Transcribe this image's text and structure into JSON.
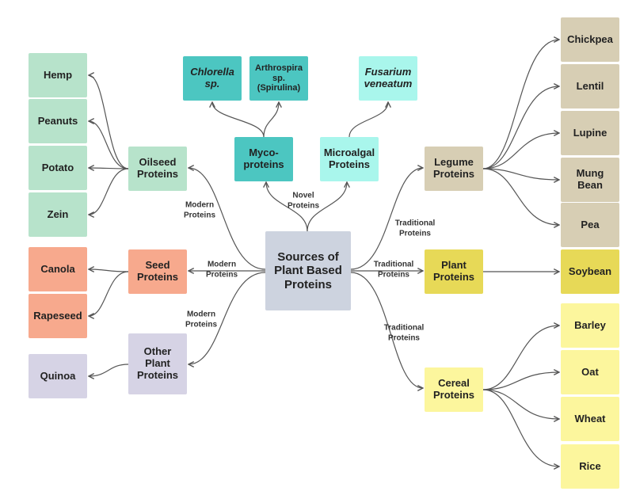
{
  "colors": {
    "center": "#cdd3df",
    "mint": "#b7e3cb",
    "salmon": "#f7a98d",
    "lavender": "#d6d3e5",
    "teal": "#4cc6c1",
    "aqua": "#a9f6ec",
    "tan": "#d7ceb4",
    "mustard": "#e7d957",
    "lightyellow": "#fcf69d",
    "arrow": "#555555"
  },
  "nodes": {
    "center": "Sources of\nPlant Based\nProteins",
    "oilseed": "Oilseed\nProteins",
    "seed": "Seed\nProteins",
    "other": "Other\nPlant\nProteins",
    "myco": "Myco-\nproteins",
    "microalgal": "Microalgal\nProteins",
    "legume": "Legume\nProteins",
    "plant": "Plant\nProteins",
    "cereal": "Cereal\nProteins",
    "hemp": "Hemp",
    "peanuts": "Peanuts",
    "potato": "Potato",
    "zein": "Zein",
    "canola": "Canola",
    "rapeseed": "Rapeseed",
    "quinoa": "Quinoa",
    "chlorella": "Chlorella\nsp.",
    "arthrospira": "Arthrospira\nsp.\n(Spirulina)",
    "fusarium": "Fusarium\nveneatum",
    "chickpea": "Chickpea",
    "lentil": "Lentil",
    "lupine": "Lupine",
    "mung": "Mung\nBean",
    "pea": "Pea",
    "soybean": "Soybean",
    "barley": "Barley",
    "oat": "Oat",
    "wheat": "Wheat",
    "rice": "Rice"
  },
  "edge_labels": {
    "modern_oilseed": "Modern\nProteins",
    "modern_seed": "Modern\nProteins",
    "modern_other": "Modern\nProteins",
    "novel": "Novel\nProteins",
    "trad_legume": "Traditional\nProteins",
    "trad_plant": "Traditional\nProteins",
    "trad_cereal": "Traditional\nProteins"
  }
}
